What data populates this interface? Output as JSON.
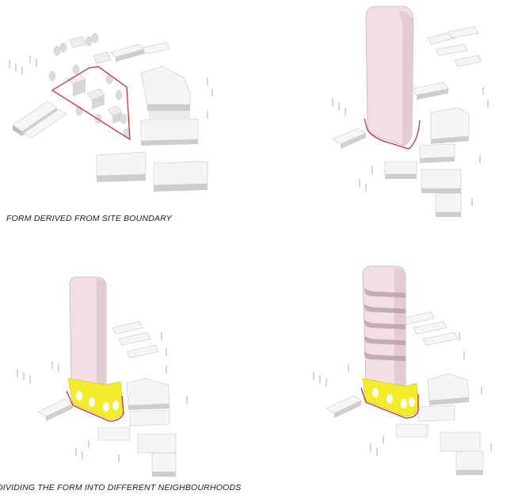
{
  "captions": {
    "top": "FORM DERIVED FROM SITE BOUNDARY",
    "bottom": "DIVIDING THE FORM INTO DIFFERENT NEIGHBOURHOODS"
  },
  "panels": [
    {
      "name": "site-boundary-panel",
      "tower": "none",
      "podium": false,
      "bands": 0
    },
    {
      "name": "extruded-tower-panel",
      "tower": "curved",
      "podium": false,
      "bands": 0
    },
    {
      "name": "podium-tower-panel",
      "tower": "box",
      "podium": true,
      "bands": 0
    },
    {
      "name": "banded-tower-panel",
      "tower": "box",
      "podium": true,
      "bands": 5
    }
  ],
  "colors": {
    "tower": "#f1dfe3",
    "tower_side": "#d9c3c8",
    "podium": "#f3ec2a",
    "site_line": "#d42a3c",
    "block_top": "#f4f4f4",
    "block_side": "#d0d0d0",
    "tree": "#d8d8d8"
  }
}
